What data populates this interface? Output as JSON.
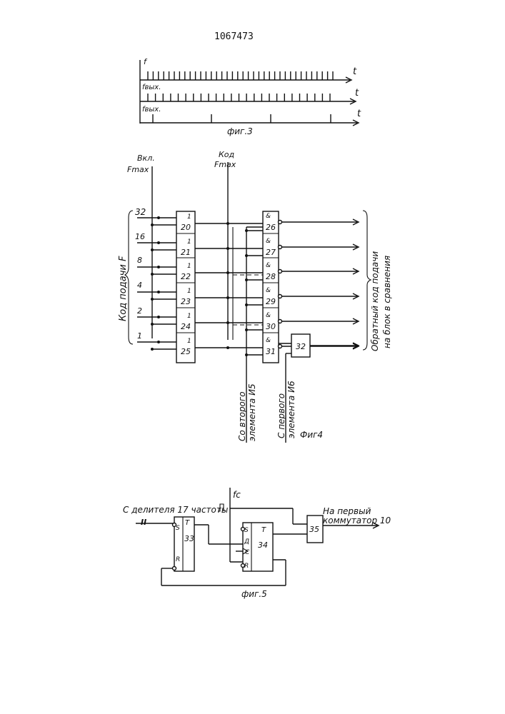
{
  "patent_number": "1067473",
  "fig3": {
    "caption": "фиг.3",
    "rows": [
      {
        "y_label": "f",
        "axis_label": "t",
        "pulse_count": 36
      },
      {
        "y_label": "fвых.",
        "axis_label": "t",
        "pulse_count": 25
      },
      {
        "y_label": "fвых.",
        "axis_label": "t",
        "pulse_count": 4
      }
    ]
  },
  "fig4": {
    "caption": "Фиг4",
    "input_on_label": "Вкл.",
    "input_on_sub": "Fmax",
    "input_code_label": "Код",
    "input_code_sub": "Fmax",
    "feed_code_label": "Код подачи F",
    "bits": [
      "32",
      "16",
      "8",
      "4",
      "2",
      "1"
    ],
    "or_gates": [
      {
        "num": "20",
        "sym": "1"
      },
      {
        "num": "21",
        "sym": "1"
      },
      {
        "num": "22",
        "sym": "1"
      },
      {
        "num": "23",
        "sym": "1"
      },
      {
        "num": "24",
        "sym": "1"
      },
      {
        "num": "25",
        "sym": "1"
      }
    ],
    "and_gates": [
      {
        "num": "26",
        "sym": "&"
      },
      {
        "num": "27",
        "sym": "&"
      },
      {
        "num": "28",
        "sym": "&"
      },
      {
        "num": "29",
        "sym": "&"
      },
      {
        "num": "30",
        "sym": "&"
      },
      {
        "num": "31",
        "sym": "&"
      }
    ],
    "element_32": "32",
    "output_label_1": "Обратный код подачи",
    "output_label_2": "на блок в сравнения",
    "from_second_1": "Со второго",
    "from_second_2": "элемента И5",
    "from_first_1": "С первого",
    "from_first_2": "элемента И6"
  },
  "fig5": {
    "caption": "фиг.5",
    "input_label": "С делителя 17 частоты",
    "input_mark": "II",
    "fc_label": "fc",
    "output_label_1": "На первый",
    "output_label_2": "коммутатор 10",
    "trigger_33": {
      "num": "33",
      "pins": [
        "S",
        "T",
        "R"
      ]
    },
    "trigger_34": {
      "num": "34",
      "pins": [
        "S",
        "Д",
        "C",
        "R",
        "T"
      ]
    },
    "element_35": "35"
  }
}
